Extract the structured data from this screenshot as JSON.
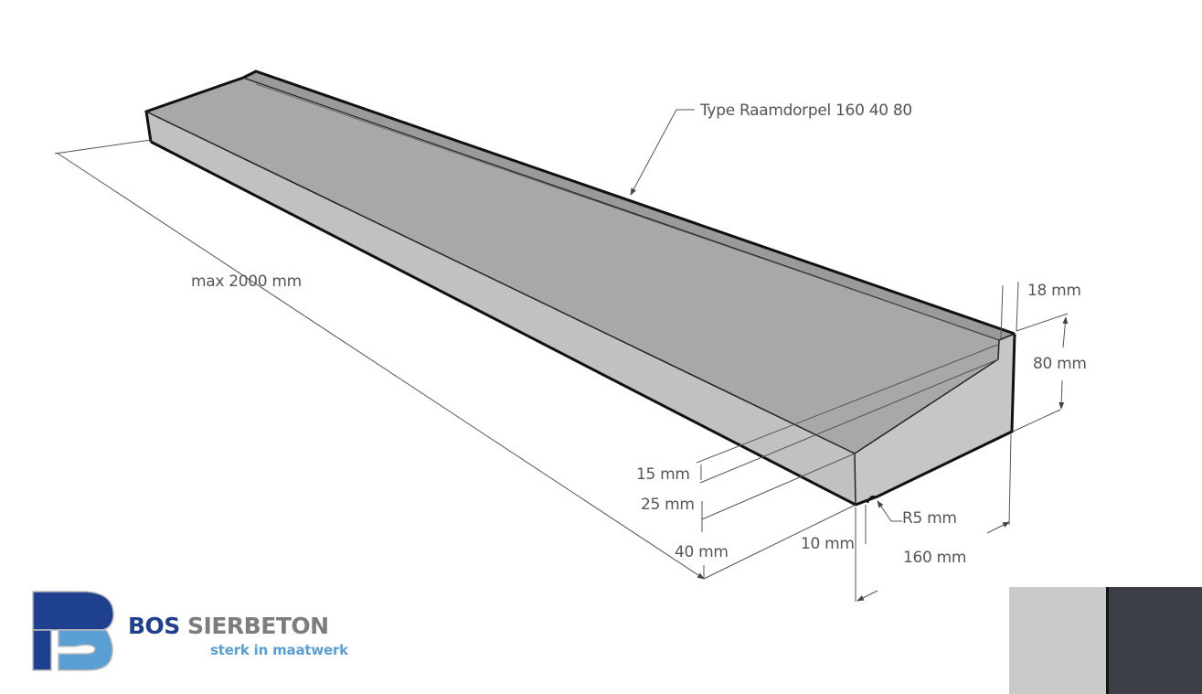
{
  "diagram": {
    "title_callout": "Type Raamdorpel 160 40 80",
    "dimensions": {
      "length": "max 2000 mm",
      "rebate_width": "18 mm",
      "height": "80 mm",
      "slope_rise": "15 mm",
      "front_edge": "25 mm",
      "front_height": "40 mm",
      "drip_offset": "10 mm",
      "drip_radius": "R5 mm",
      "depth": "160 mm"
    },
    "colors": {
      "concrete_top": "#a9a9a9",
      "concrete_front": "#bdbdbd",
      "concrete_side": "#c4c4c4",
      "edge": "#111111",
      "dimension_line": "#555555"
    }
  },
  "brand": {
    "name_part1": "BOS",
    "name_part2": "SIERBETON",
    "tagline": "sterk in maatwerk",
    "primary_color": "#1f3f8f",
    "secondary_color": "#5a9fd4"
  },
  "swatches": [
    {
      "name": "light grey concrete",
      "color": "#c9cbcb"
    },
    {
      "name": "anthracite concrete",
      "color": "#3c3f46"
    }
  ]
}
